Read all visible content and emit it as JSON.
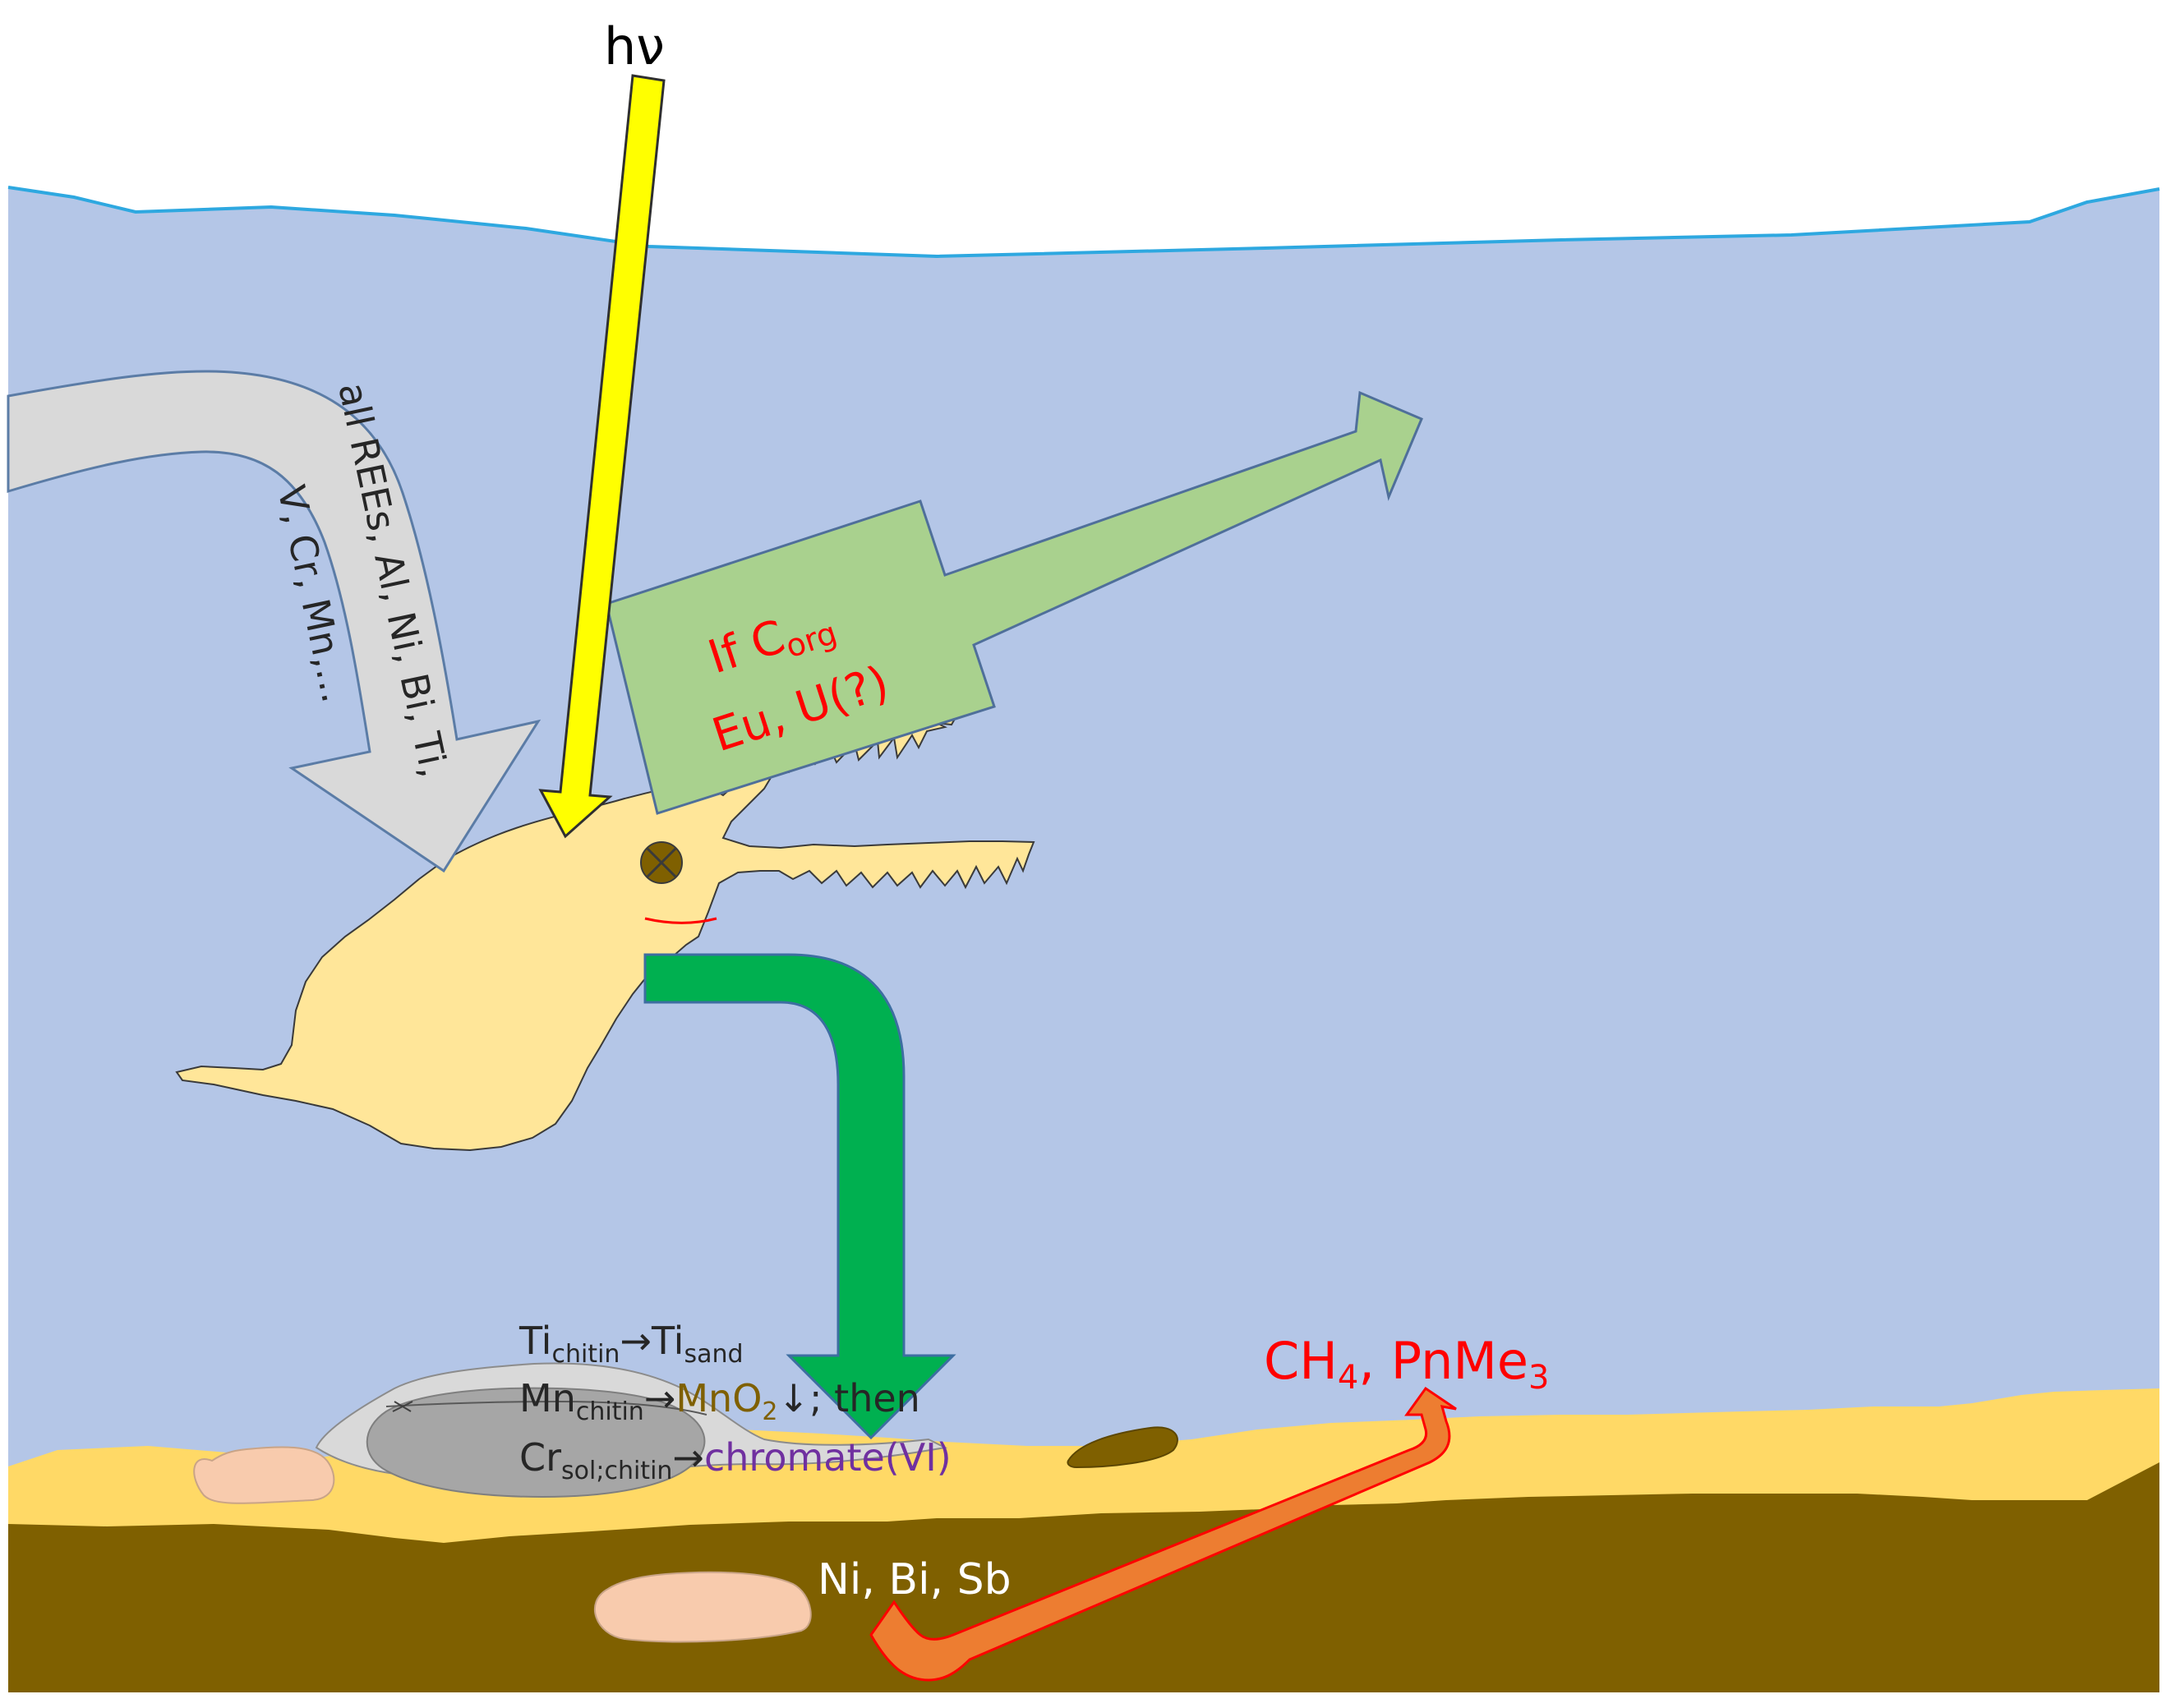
{
  "labels": {
    "light": "hν",
    "inflow_line1": "all REEs, Al, Ni, Bi, Ti,",
    "inflow_line2": "V, Cr, Mn,...",
    "outflow_line1_main": "If C",
    "outflow_line1_sub": "org",
    "outflow_line2": "Eu, U(?)",
    "ti_main": "Ti",
    "ti_sub": "chitin",
    "ti_arrow": "→",
    "ti_result_main": "Ti",
    "ti_result_sub": "sand",
    "mn_main": "Mn",
    "mn_sub": "chitin",
    "mn_arrow": "→",
    "mn_result_main": "MnO",
    "mn_result_sub": "2",
    "mn_tail": "↓; then",
    "cr_main": "Cr",
    "cr_sub": "sol;chitin",
    "cr_arrow": "→",
    "cr_result": "chromate(VI)",
    "sediment_metals": "Ni, Bi, Sb",
    "gas_ch": "CH",
    "gas_ch_sub": "4",
    "gas_sep": ", PnMe",
    "gas_me_sub": "3"
  },
  "colors": {
    "water": "#b4c6e7",
    "surface_line": "#2ea8e0",
    "sand": "#ffd966",
    "mud": "#7f6000",
    "pebble": "#f8cbad",
    "creature": "#ffe699",
    "light_arrow": "#ffff00",
    "inflow_arrow": "#d9d9d9",
    "outflow_arrow": "#a9d18e",
    "deposition_arrow": "#00b050",
    "gas_arrow": "#ed7d31",
    "red_text": "#ff0000",
    "mno2_text": "#7f6000",
    "chromate_text": "#7030a0",
    "white_text": "#ffffff"
  }
}
